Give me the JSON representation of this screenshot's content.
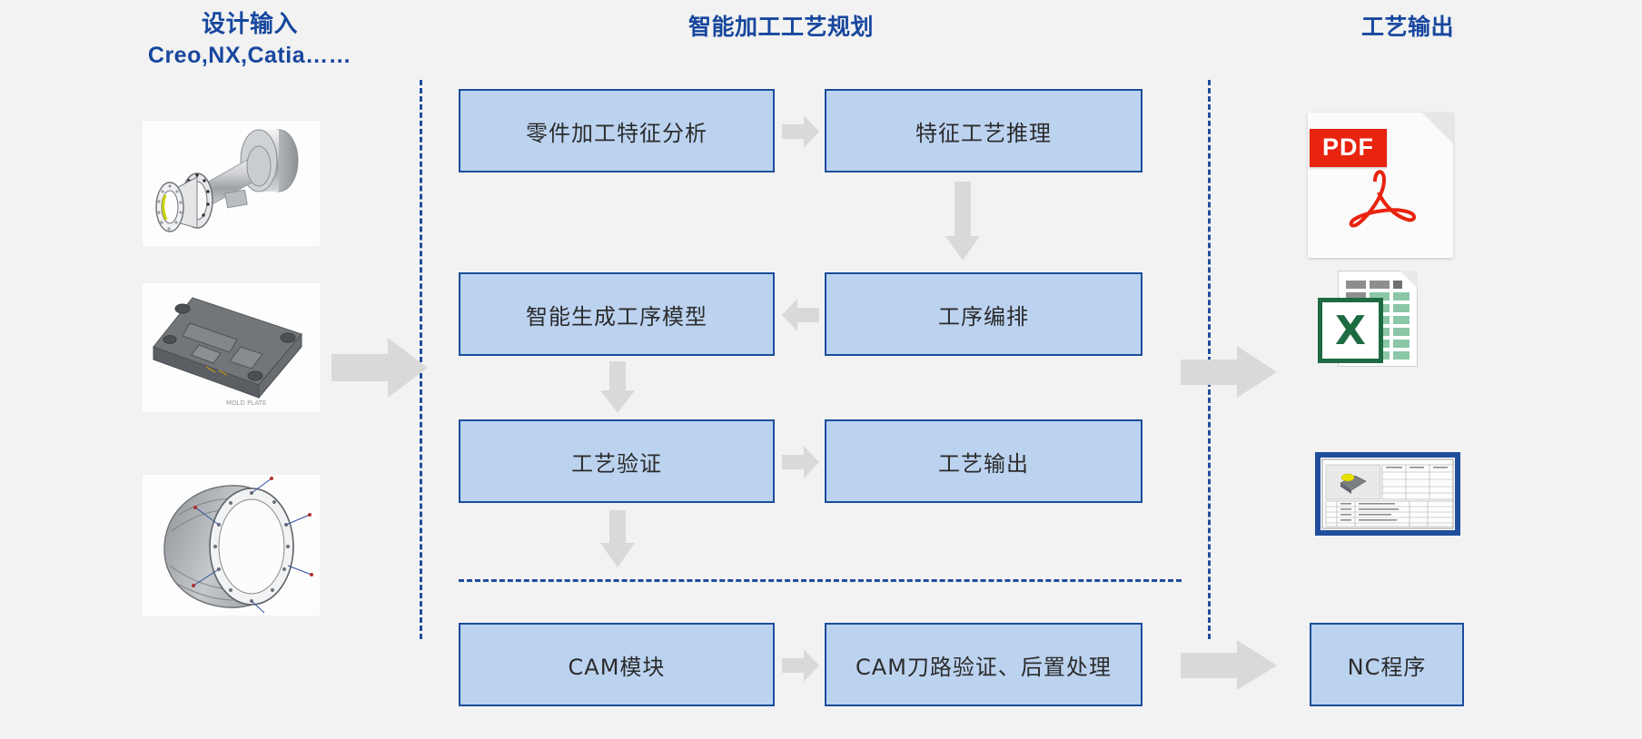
{
  "headings": {
    "left_title": "设计输入",
    "left_subtitle": "Creo,NX,Catia……",
    "middle_title": "智能加工工艺规划",
    "right_title": "工艺输出"
  },
  "colors": {
    "heading_blue": "#17479e",
    "box_fill": "#bcd3f0",
    "box_border": "#1b4d9b",
    "arrow_grey": "#d9d9d9",
    "divider_blue": "#1f4e9c",
    "background": "#f2f2f2",
    "pdf_red": "#e8230f",
    "excel_green": "#1d6b42"
  },
  "design_input": {
    "thumbnails": [
      {
        "name": "shaft-housing-cad-thumbnail",
        "caption": ""
      },
      {
        "name": "mold-plate-cad-thumbnail",
        "caption": ""
      },
      {
        "name": "engine-casing-cad-thumbnail",
        "caption": ""
      }
    ]
  },
  "flow": {
    "boxes": [
      {
        "id": "b1",
        "label": "零件加工特征分析"
      },
      {
        "id": "b2",
        "label": "特征工艺推理"
      },
      {
        "id": "b3",
        "label": "智能生成工序模型"
      },
      {
        "id": "b4",
        "label": "工序编排"
      },
      {
        "id": "b5",
        "label": "工艺验证"
      },
      {
        "id": "b6",
        "label": "工艺输出"
      },
      {
        "id": "b7",
        "label": "CAM模块"
      },
      {
        "id": "b8",
        "label": "CAM刀路验证、后置处理"
      }
    ],
    "arrows": [
      {
        "id": "a1",
        "from": "b1",
        "to": "b2",
        "direction": "right"
      },
      {
        "id": "a2",
        "from": "b2",
        "to": "b4",
        "direction": "down"
      },
      {
        "id": "a3",
        "from": "b4",
        "to": "b3",
        "direction": "left"
      },
      {
        "id": "a4",
        "from": "b3",
        "to": "b5",
        "direction": "down"
      },
      {
        "id": "a5",
        "from": "b5",
        "to": "b6",
        "direction": "right"
      },
      {
        "id": "a6",
        "from": "b5",
        "to": "b7",
        "direction": "down"
      },
      {
        "id": "a7",
        "from": "b7",
        "to": "b8",
        "direction": "right"
      },
      {
        "id": "a8",
        "from": "design_input",
        "to": "b1",
        "direction": "right"
      },
      {
        "id": "a9",
        "from": "b6",
        "to": "outputs",
        "direction": "right"
      },
      {
        "id": "a10",
        "from": "b8",
        "to": "nc_program",
        "direction": "right"
      }
    ]
  },
  "outputs": {
    "items": [
      {
        "name": "pdf-document-icon",
        "label": "PDF"
      },
      {
        "name": "excel-spreadsheet-icon",
        "label": "X"
      },
      {
        "name": "process-sheet-drawing-thumbnail",
        "label": ""
      }
    ],
    "nc_box": {
      "id": "nc",
      "label": "NC程序"
    }
  }
}
